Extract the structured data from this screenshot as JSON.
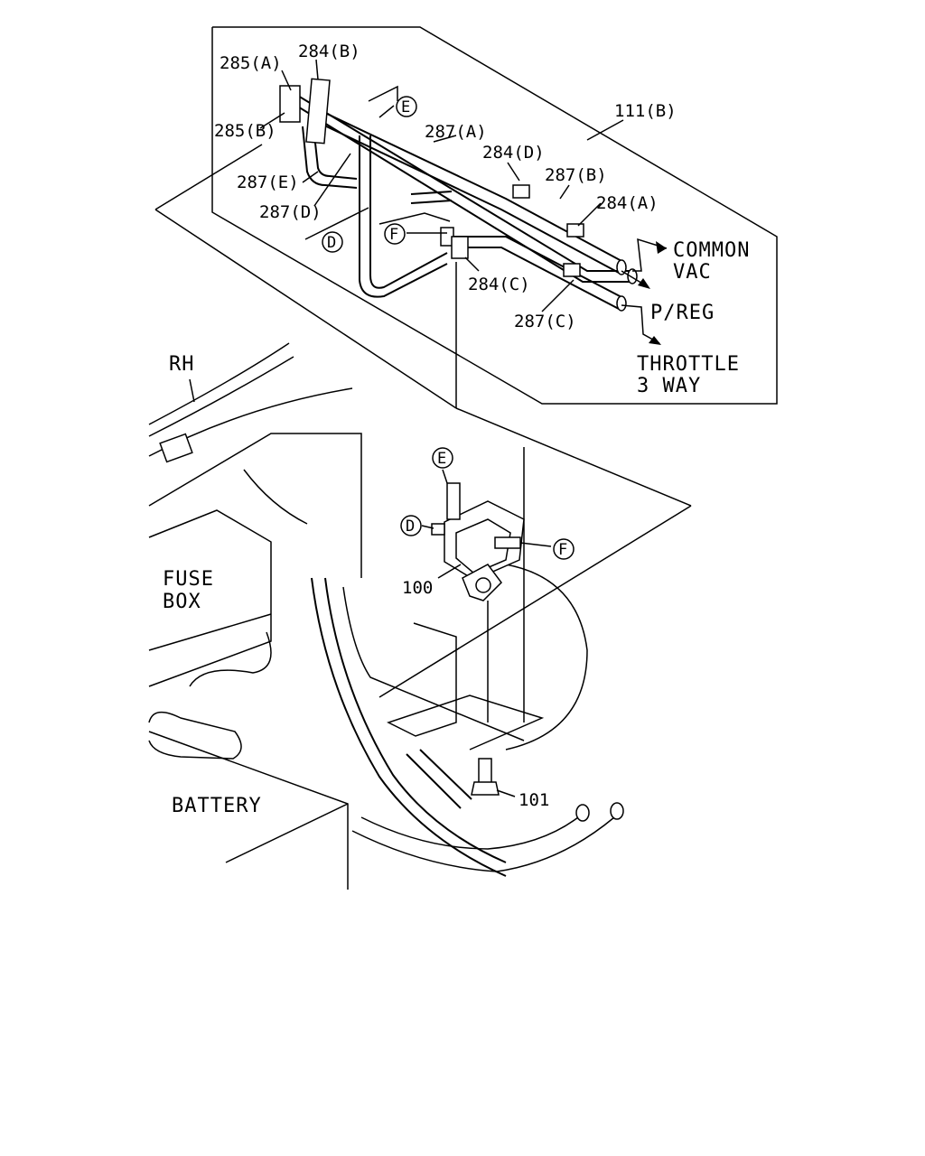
{
  "labels": {
    "l285A": "285(A)",
    "l284B": "284(B)",
    "l285B": "285(B)",
    "l287A": "287(A)",
    "l111B": "111(B)",
    "l284D": "284(D)",
    "l287B": "287(B)",
    "l284A": "284(A)",
    "l287E": "287(E)",
    "l287D": "287(D)",
    "l284C": "284(C)",
    "l287C": "287(C)",
    "l100": "100",
    "l101": "101"
  },
  "callouts": {
    "E": "E",
    "F": "F",
    "D": "D"
  },
  "destinations": {
    "common": "COMMON",
    "vac": "VAC",
    "preg": "P/REG",
    "throttle": "THROTTLE",
    "way3": "3 WAY"
  },
  "areas": {
    "rh": "RH",
    "fuse": "FUSE",
    "box": "BOX",
    "battery": "BATTERY"
  }
}
